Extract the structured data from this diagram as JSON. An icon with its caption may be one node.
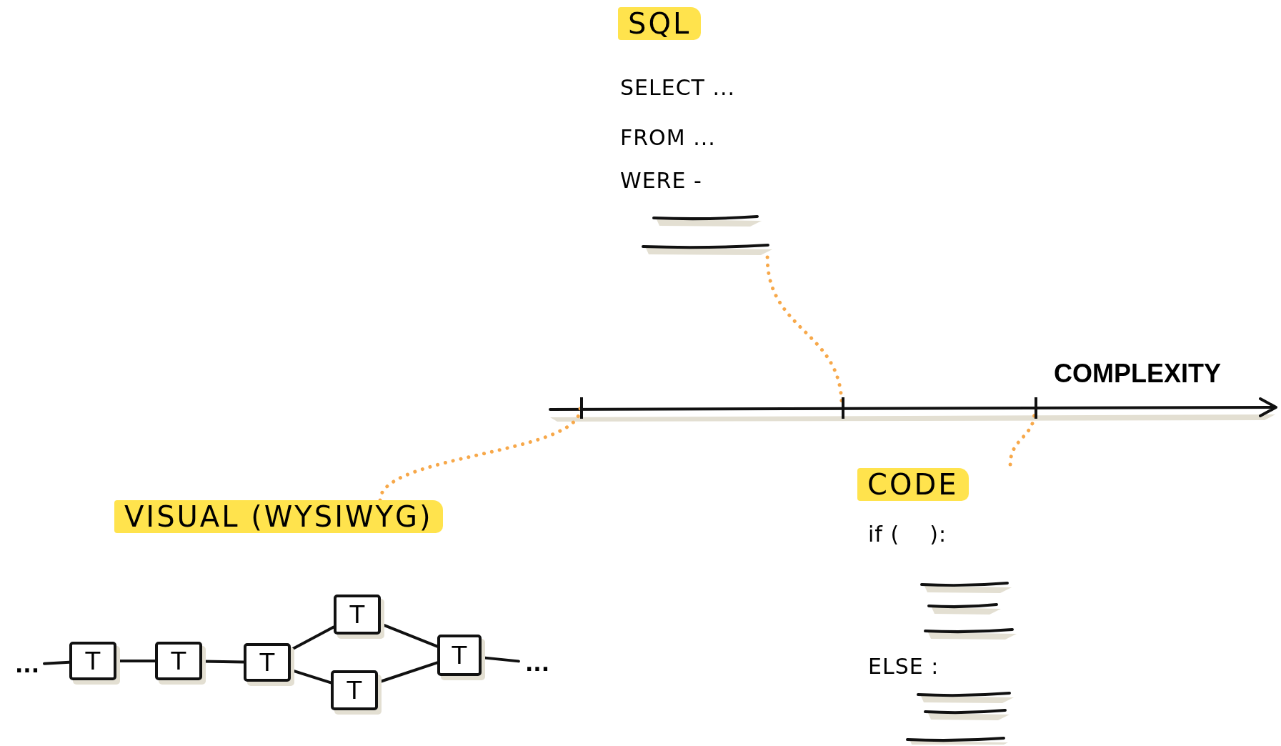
{
  "diagram": {
    "nodes": [
      {
        "text": [
          "SQL",
          "SELECT ...",
          "FROM ...",
          "WERE -"
        ]
      },
      {
        "text": [],
        "shape": "bar"
      },
      {
        "text": [],
        "shape": "bar"
      },
      {
        "text": [],
        "shape": "bar"
      },
      {
        "text": [
          "CODE",
          "if (    ):",
          "ELSE :"
        ]
      },
      {
        "text": [
          "VISUAL (WYSIWYG)"
        ]
      },
      {
        "text": [
          "..."
        ]
      },
      {
        "text": [
          "T"
        ]
      },
      {
        "text": [
          "T"
        ]
      },
      {
        "text": [
          "T"
        ]
      },
      {
        "text": [
          "T"
        ]
      },
      {
        "text": [
          "T"
        ]
      },
      {
        "text": [
          "T"
        ]
      },
      {
        "text": [
          "..."
        ]
      }
    ],
    "edges": [
      {
        "from": 0,
        "to": 2,
        "arrow": "none",
        "style": "dashed",
        "color": "#f7a84a"
      },
      {
        "from": 5,
        "to": 1,
        "arrow": "none",
        "style": "dashed",
        "color": "#f7a84a"
      },
      {
        "from": 4,
        "to": 3,
        "arrow": "none",
        "style": "dashed",
        "color": "#f7a84a"
      },
      {
        "from": 6,
        "to": 7,
        "arrow": "none"
      },
      {
        "from": 7,
        "to": 8,
        "arrow": "none"
      },
      {
        "from": 8,
        "to": 9,
        "arrow": "none"
      },
      {
        "from": 9,
        "to": 10,
        "arrow": "none"
      },
      {
        "from": 9,
        "to": 11,
        "arrow": "none"
      },
      {
        "from": 10,
        "to": 12,
        "arrow": "none"
      },
      {
        "from": 11,
        "to": 12,
        "arrow": "none"
      },
      {
        "from": 12,
        "to": 13,
        "arrow": "none"
      }
    ],
    "labels": [
      "COMPLEXITY"
    ]
  }
}
